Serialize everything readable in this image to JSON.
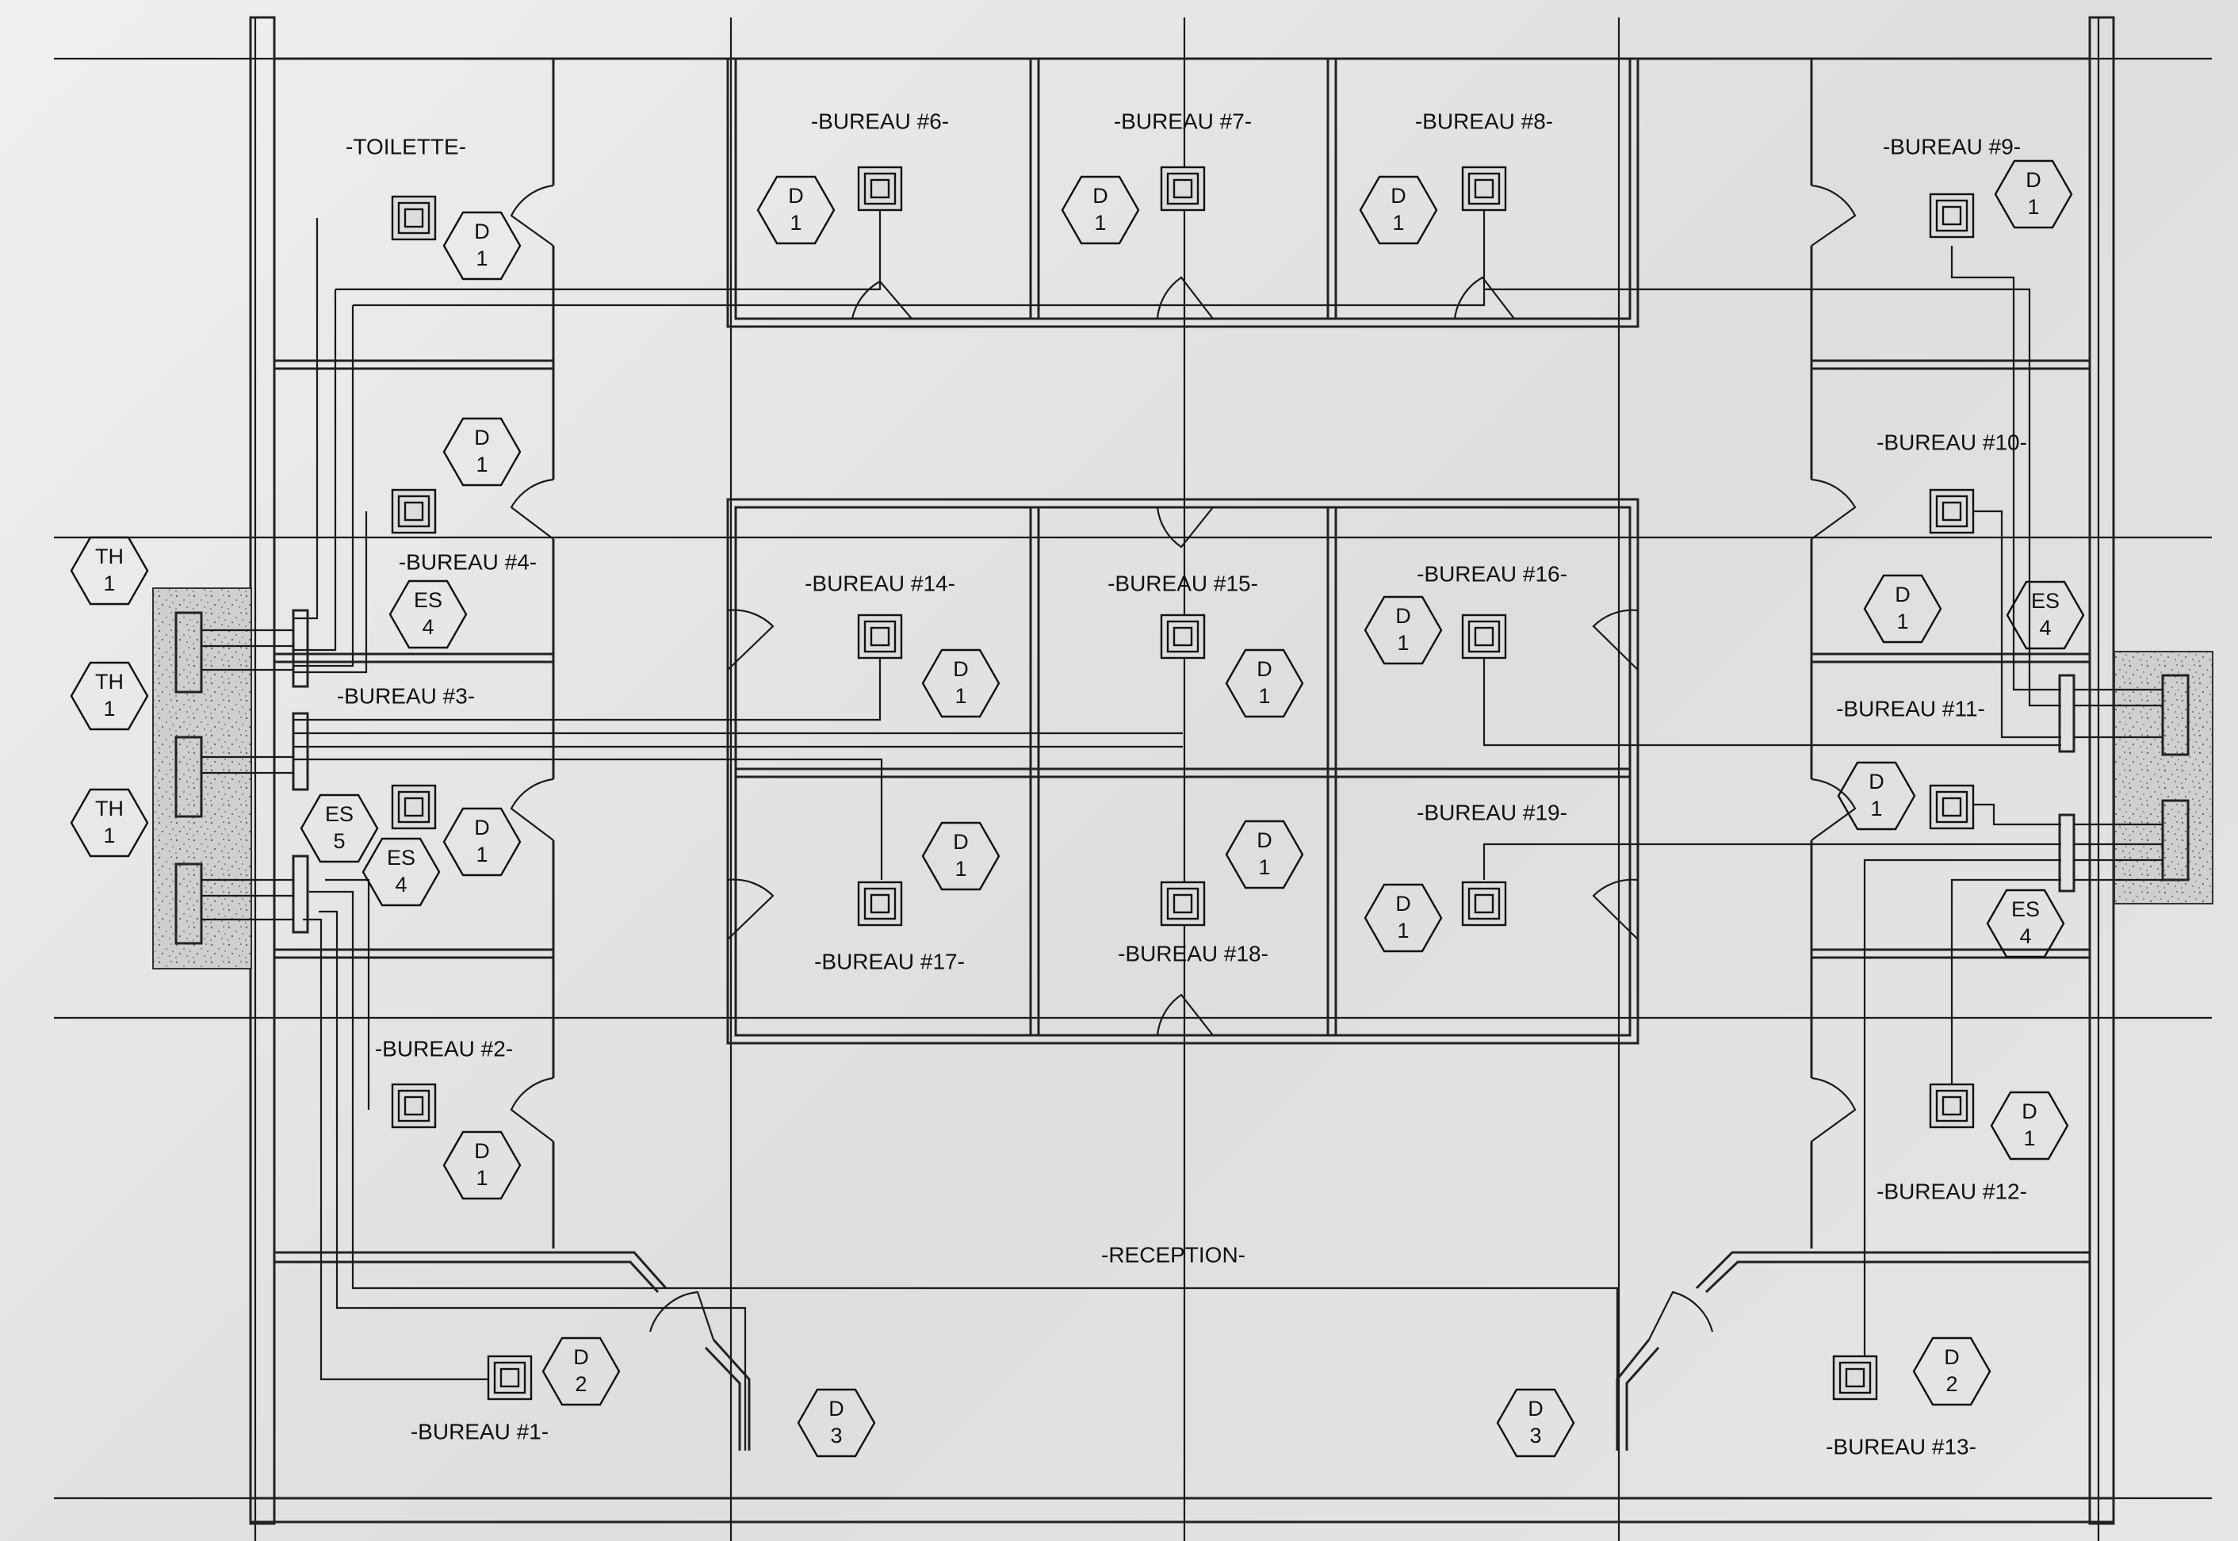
{
  "rooms": {
    "toilette": "-TOILETTE-",
    "b1": "-BUREAU #1-",
    "b2": "-BUREAU #2-",
    "b3": "-BUREAU #3-",
    "b4": "-BUREAU #4-",
    "b6": "-BUREAU #6-",
    "b7": "-BUREAU #7-",
    "b8": "-BUREAU #8-",
    "b9": "-BUREAU #9-",
    "b10": "-BUREAU #10-",
    "b11": "-BUREAU #11-",
    "b12": "-BUREAU #12-",
    "b13": "-BUREAU #13-",
    "b14": "-BUREAU #14-",
    "b15": "-BUREAU #15-",
    "b16": "-BUREAU #16-",
    "b17": "-BUREAU #17-",
    "b18": "-BUREAU #18-",
    "b19": "-BUREAU #19-",
    "reception": "-RECEPTION-"
  },
  "tags": {
    "d1": {
      "code": "D",
      "num": "1"
    },
    "d2": {
      "code": "D",
      "num": "2"
    },
    "d3": {
      "code": "D",
      "num": "3"
    },
    "es4": {
      "code": "ES",
      "num": "4"
    },
    "es5": {
      "code": "ES",
      "num": "5"
    },
    "th1": {
      "code": "TH",
      "num": "1"
    }
  }
}
